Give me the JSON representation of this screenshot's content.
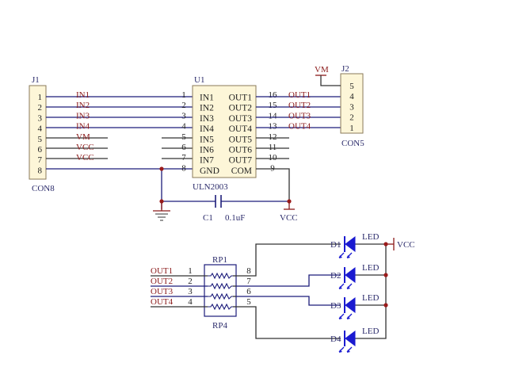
{
  "j1": {
    "ref": "J1",
    "value": "CON8",
    "pins": [
      "1",
      "2",
      "3",
      "4",
      "5",
      "6",
      "7",
      "8"
    ],
    "nets": [
      "IN1",
      "IN2",
      "IN3",
      "IN4",
      "VM",
      "VCC",
      "VCC"
    ]
  },
  "u1": {
    "ref": "U1",
    "value": "ULN2003",
    "left_pins": [
      {
        "num": "1",
        "name": "IN1"
      },
      {
        "num": "2",
        "name": "IN2"
      },
      {
        "num": "3",
        "name": "IN3"
      },
      {
        "num": "4",
        "name": "IN4"
      },
      {
        "num": "5",
        "name": "IN5"
      },
      {
        "num": "6",
        "name": "IN6"
      },
      {
        "num": "7",
        "name": "IN7"
      },
      {
        "num": "8",
        "name": "GND"
      }
    ],
    "right_pins": [
      {
        "num": "16",
        "name": "OUT1"
      },
      {
        "num": "15",
        "name": "OUT2"
      },
      {
        "num": "14",
        "name": "OUT3"
      },
      {
        "num": "13",
        "name": "OUT4"
      },
      {
        "num": "12",
        "name": "OUT5"
      },
      {
        "num": "11",
        "name": "OUT6"
      },
      {
        "num": "10",
        "name": "OUT7"
      },
      {
        "num": "9",
        "name": "COM"
      }
    ]
  },
  "j2": {
    "ref": "J2",
    "value": "CON5",
    "pins": [
      "5",
      "4",
      "3",
      "2",
      "1"
    ],
    "nets": [
      "OUT1",
      "OUT2",
      "OUT3",
      "OUT4"
    ],
    "power": "VM"
  },
  "c1": {
    "ref": "C1",
    "value": "0.1uF"
  },
  "vcc_label": "VCC",
  "rp": {
    "ref_top": "RP1",
    "ref_bottom": "RP4",
    "left_pins": [
      "1",
      "2",
      "3",
      "4"
    ],
    "right_pins": [
      "8",
      "7",
      "6",
      "5"
    ],
    "nets": [
      "OUT1",
      "OUT2",
      "OUT3",
      "OUT4"
    ]
  },
  "leds": [
    {
      "ref": "D1",
      "value": "LED"
    },
    {
      "ref": "D2",
      "value": "LED"
    },
    {
      "ref": "D3",
      "value": "LED"
    },
    {
      "ref": "D4",
      "value": "LED"
    }
  ],
  "led_vcc": "VCC"
}
